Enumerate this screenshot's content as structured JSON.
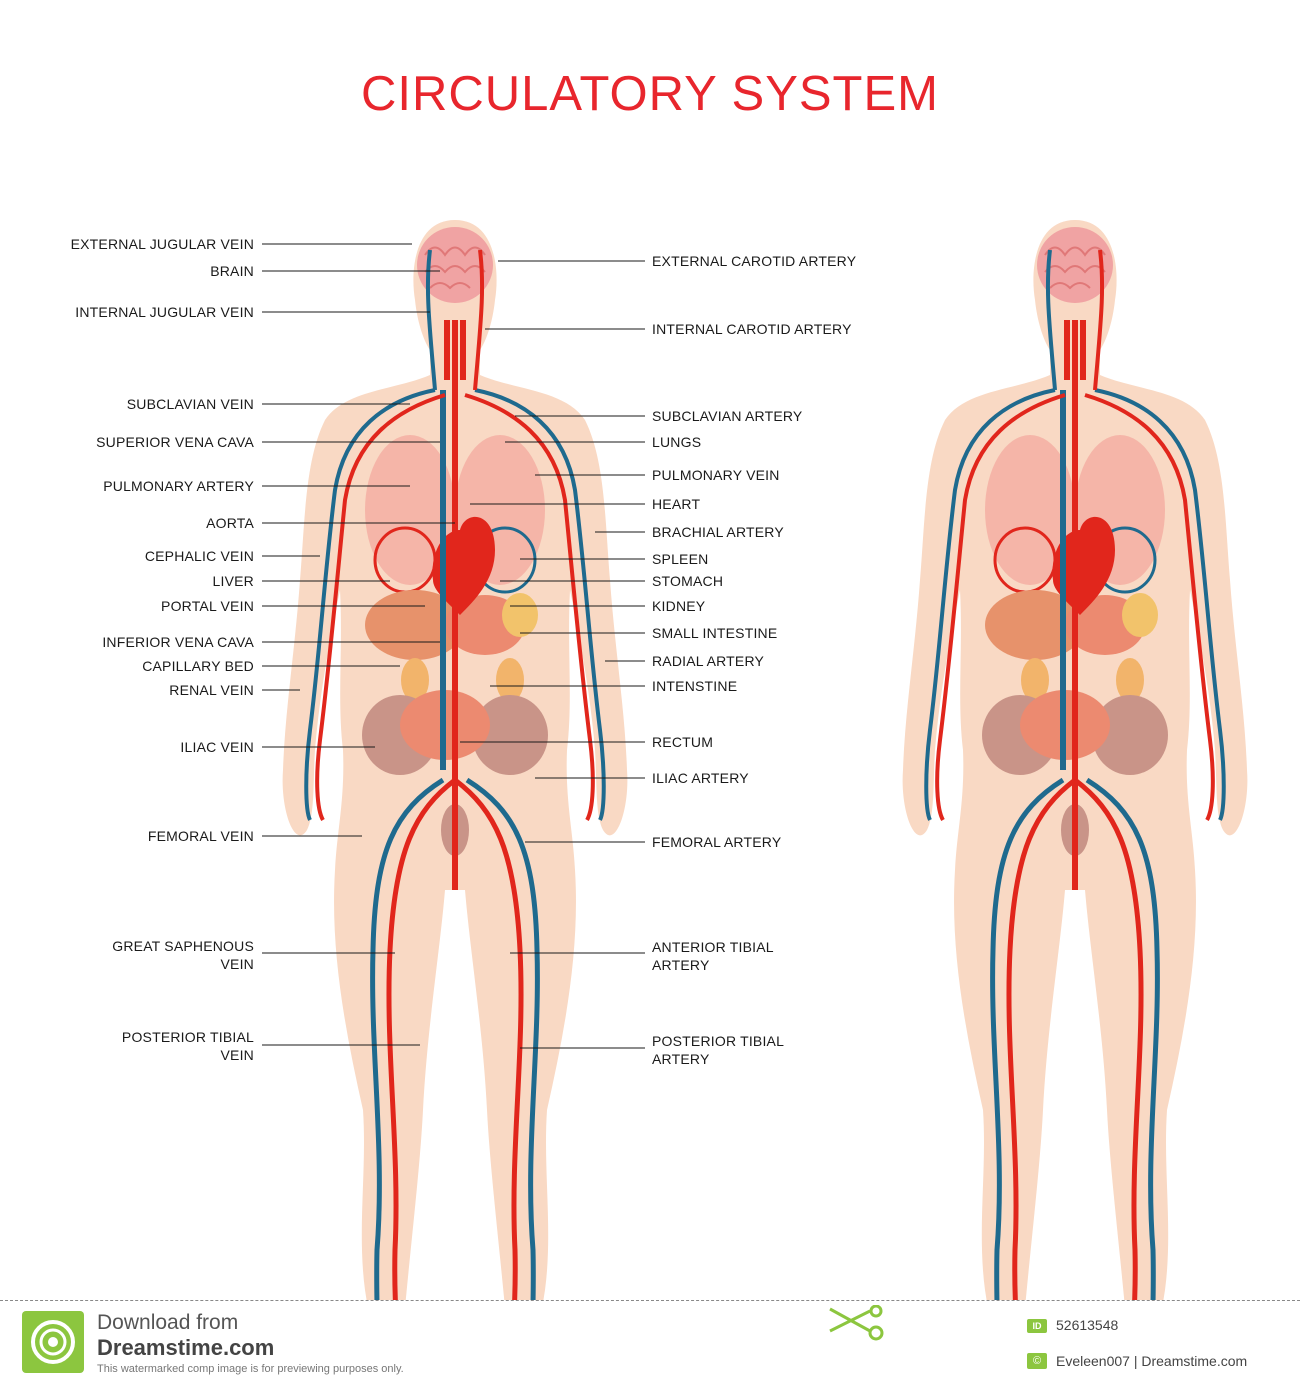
{
  "title": "CIRCULATORY SYSTEM",
  "labels_left": [
    "EXTERNAL JUGULAR VEIN",
    "BRAIN",
    "INTERNAL JUGULAR VEIN",
    "SUBCLAVIAN VEIN",
    "SUPERIOR VENA CAVA",
    "PULMONARY ARTERY",
    "AORTA",
    "CEPHALIC VEIN",
    "LIVER",
    "PORTAL VEIN",
    "INFERIOR VENA CAVA",
    "CAPILLARY BED",
    "RENAL VEIN",
    "ILIAC VEIN",
    "FEMORAL VEIN",
    "GREAT SAPHENOUS",
    "VEIN",
    "POSTERIOR TIBIAL",
    "VEIN"
  ],
  "labels_right": [
    "EXTERNAL CAROTID ARTERY",
    "INTERNAL CAROTID ARTERY",
    "SUBCLAVIAN ARTERY",
    "LUNGS",
    "PULMONARY VEIN",
    "HEART",
    "BRACHIAL ARTERY",
    "SPLEEN",
    "STOMACH",
    "KIDNEY",
    "SMALL INTESTINE",
    "RADIAL ARTERY",
    "INTENSTINE",
    "RECTUM",
    "ILIAC ARTERY",
    "FEMORAL ARTERY",
    "ANTERIOR  TIBIAL",
    "ARTERY",
    "POSTERIOR TIBIAL",
    "ARTERY"
  ],
  "footer": {
    "download_from": "Download from",
    "site": "Dreamstime.com",
    "notice": "This watermarked comp image is for previewing purposes only.",
    "id_badge": "ID",
    "id_number": "52613548",
    "copyright_badge": "©",
    "credit": "Eveleen007 | Dreamstime.com"
  },
  "colors": {
    "title": "#e8262d",
    "artery": "#e1261c",
    "vein": "#1f6a8e",
    "skin": "#f9d9c4",
    "brain": "#f0a3a3",
    "watermark_green": "#8cc63f"
  },
  "icons": [
    "dreamstime-logo-icon",
    "scissors-icon"
  ]
}
